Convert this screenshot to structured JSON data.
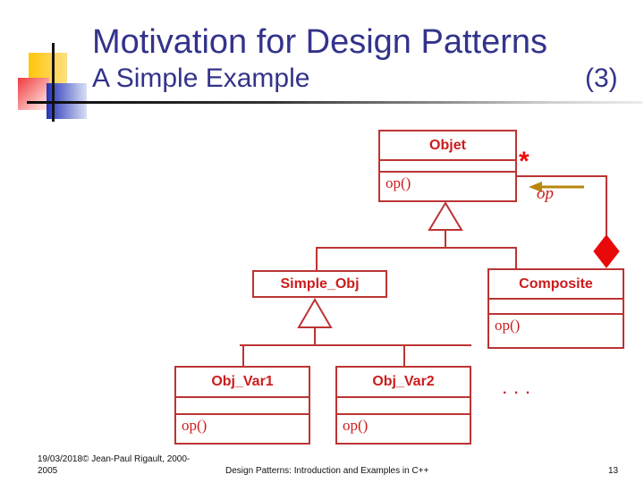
{
  "slide": {
    "title": "Motivation for Design Patterns",
    "subtitle": "A Simple Example",
    "index_label": "(3)"
  },
  "colors": {
    "title_navy": "#33338c",
    "diagram_border_red": "#bc3434",
    "diagram_text_red": "#cc1c1c",
    "accent_bright_red": "#ee0808",
    "arrow_gold": "#b8860b",
    "logo_yellow": "#ffc60a",
    "logo_red": "#ee3a3e",
    "logo_blue": "#2433b8"
  },
  "diagram": {
    "classes": [
      {
        "name": "Objet",
        "operation": "op()"
      },
      {
        "name": "Simple_Obj"
      },
      {
        "name": "Composite",
        "operation": "op()"
      },
      {
        "name": "Obj_Var1",
        "operation": "op()"
      },
      {
        "name": "Obj_Var2",
        "operation": "op()"
      }
    ],
    "association": {
      "multiplicity": "*",
      "role_label": "op"
    },
    "ellipsis": ". . ."
  },
  "footer": {
    "left": "19/03/2018© Jean-Paul Rigault, 2000-2005",
    "center": "Design Patterns: Introduction and Examples in C++",
    "page_number": "13"
  }
}
